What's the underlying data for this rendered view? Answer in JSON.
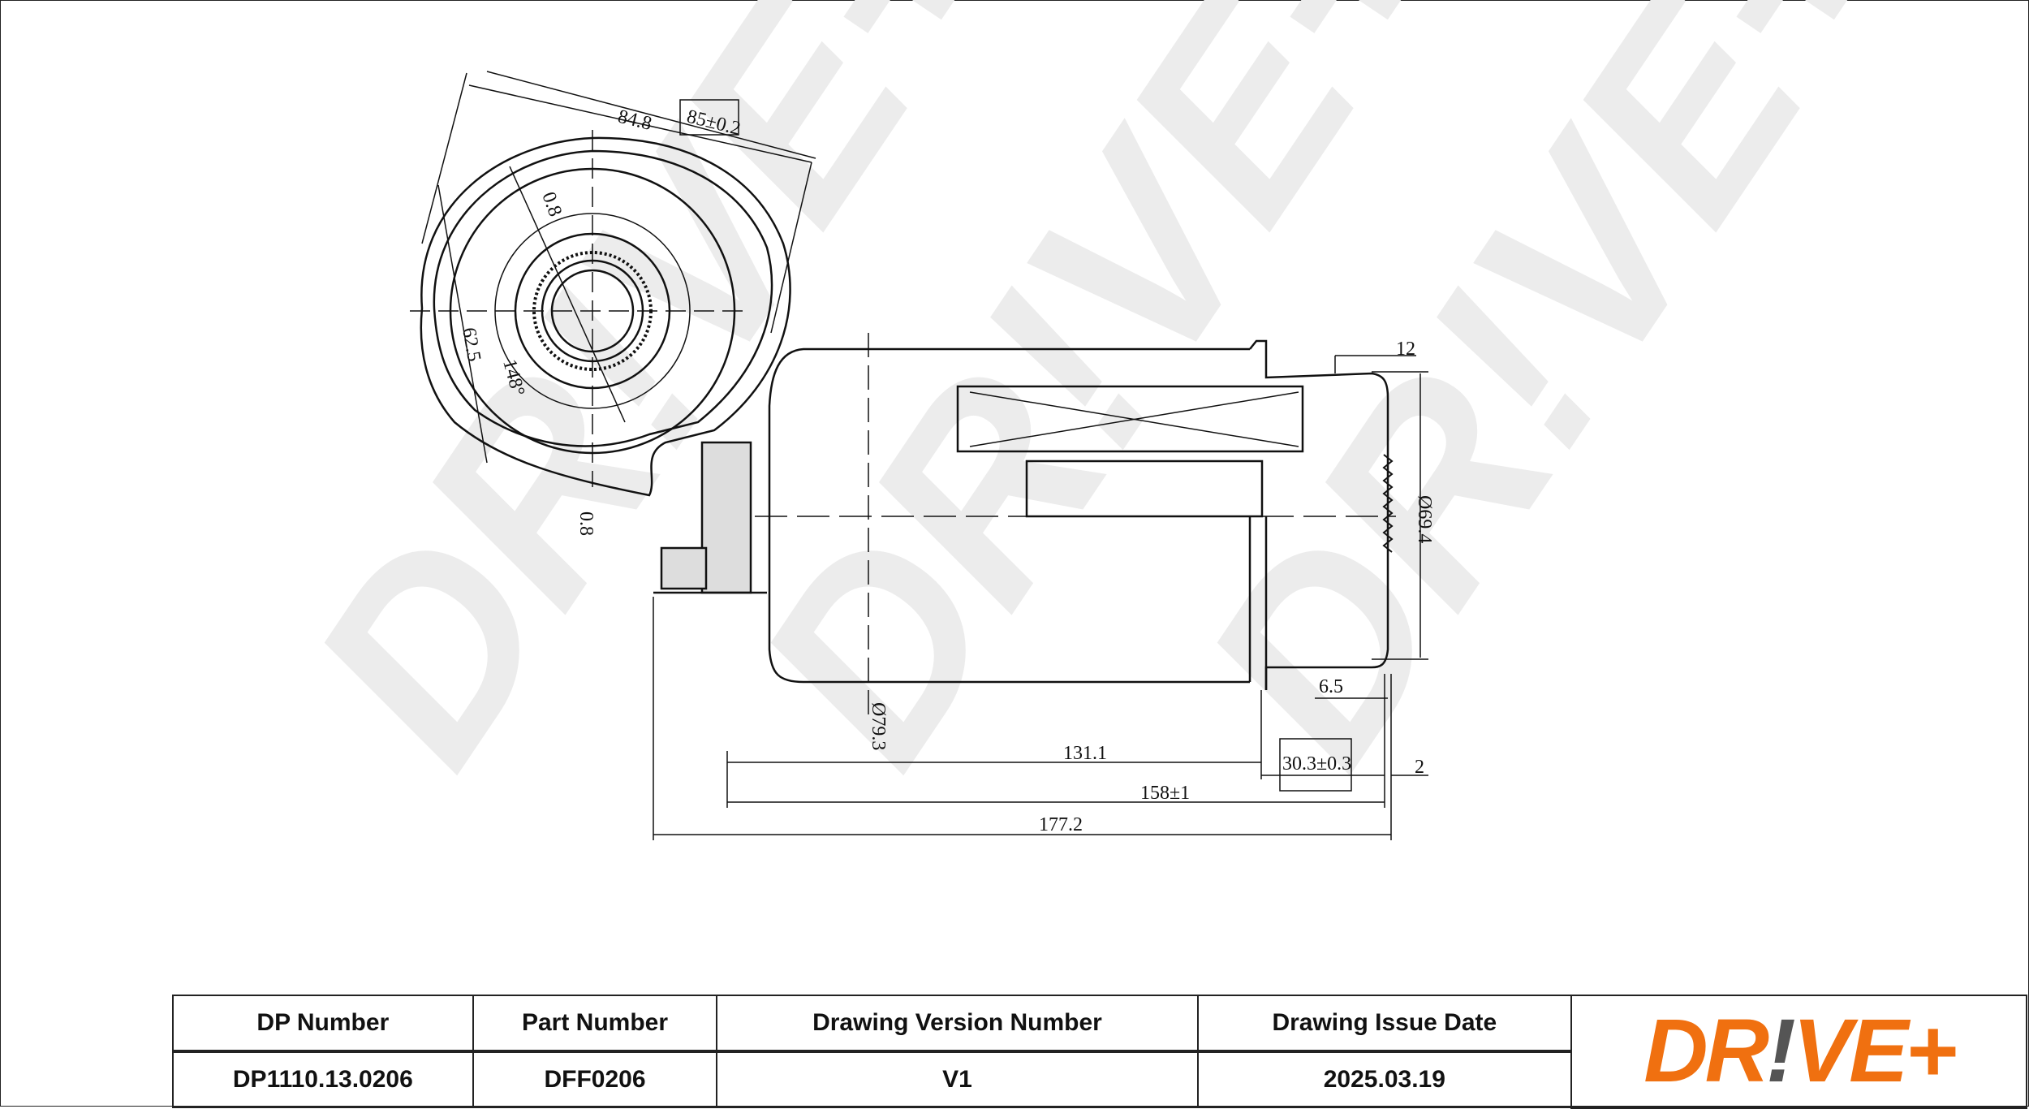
{
  "drawing": {
    "top_view": {
      "dim_width": "84.8",
      "dim_tolerance_box": "85±0.2",
      "dim_gap_top": "0.8",
      "dim_height": "62.5",
      "dim_angle": "148°",
      "dim_gap_bottom": "0.8"
    },
    "side_view": {
      "dim_flange": "12",
      "dim_outer_diameter": "Ø69.4",
      "dim_step": "6.5",
      "dim_body_diameter": "Ø79.3",
      "dim_body_length": "131.1",
      "dim_cap_length": "30.3±0.3",
      "dim_lip": "2",
      "dim_overall_length": "158±1",
      "dim_total_length": "177.2"
    },
    "watermark": "DR!VE+"
  },
  "title_block": {
    "headers": [
      "DP Number",
      "Part Number",
      "Drawing Version Number",
      "Drawing Issue Date"
    ],
    "values": [
      "DP1110.13.0206",
      "DFF0206",
      "V1",
      "2025.03.19"
    ],
    "logo": {
      "part1": "DR",
      "bang": "!",
      "part2": "VE+"
    }
  },
  "colors": {
    "brand_orange": "#f07010",
    "brand_gray": "#555555"
  }
}
